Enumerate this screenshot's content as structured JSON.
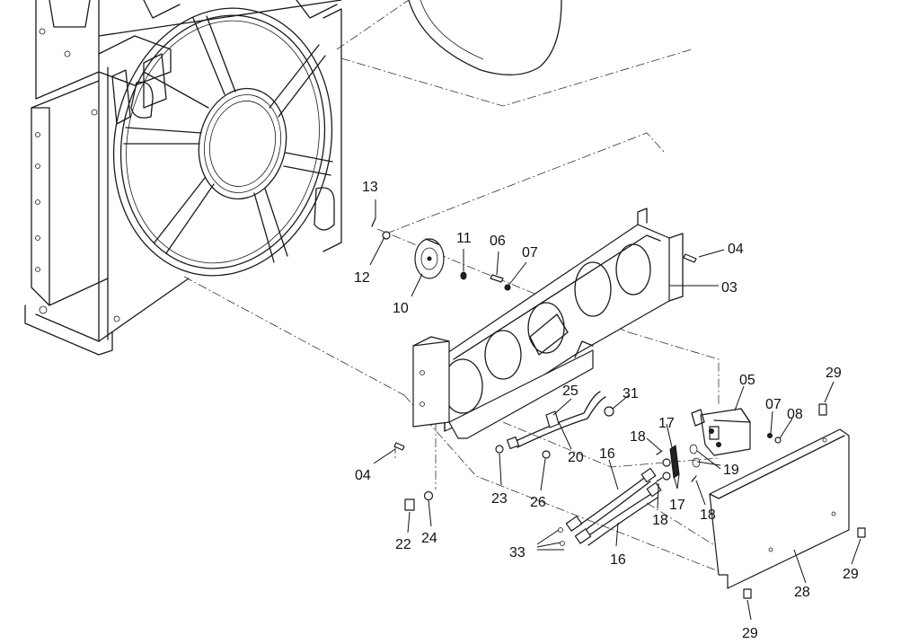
{
  "diagram": {
    "callouts": [
      {
        "id": "c13",
        "label": "13"
      },
      {
        "id": "c12",
        "label": "12"
      },
      {
        "id": "c10",
        "label": "10"
      },
      {
        "id": "c11",
        "label": "11"
      },
      {
        "id": "c06",
        "label": "06"
      },
      {
        "id": "c07a",
        "label": "07"
      },
      {
        "id": "c04a",
        "label": "04"
      },
      {
        "id": "c03",
        "label": "03"
      },
      {
        "id": "c05",
        "label": "05"
      },
      {
        "id": "c07b",
        "label": "07"
      },
      {
        "id": "c08",
        "label": "08"
      },
      {
        "id": "c29a",
        "label": "29"
      },
      {
        "id": "c25",
        "label": "25"
      },
      {
        "id": "c31",
        "label": "31"
      },
      {
        "id": "c20",
        "label": "20"
      },
      {
        "id": "c16a",
        "label": "16"
      },
      {
        "id": "c18a",
        "label": "18"
      },
      {
        "id": "c17a",
        "label": "17"
      },
      {
        "id": "c19",
        "label": "19"
      },
      {
        "id": "c17b",
        "label": "17"
      },
      {
        "id": "c18b",
        "label": "18"
      },
      {
        "id": "c18c",
        "label": "18"
      },
      {
        "id": "c04b",
        "label": "04"
      },
      {
        "id": "c23",
        "label": "23"
      },
      {
        "id": "c26",
        "label": "26"
      },
      {
        "id": "c22",
        "label": "22"
      },
      {
        "id": "c24",
        "label": "24"
      },
      {
        "id": "c33",
        "label": "33"
      },
      {
        "id": "c16b",
        "label": "16"
      },
      {
        "id": "c28",
        "label": "28"
      },
      {
        "id": "c29b",
        "label": "29"
      },
      {
        "id": "c29c",
        "label": "29"
      }
    ]
  }
}
